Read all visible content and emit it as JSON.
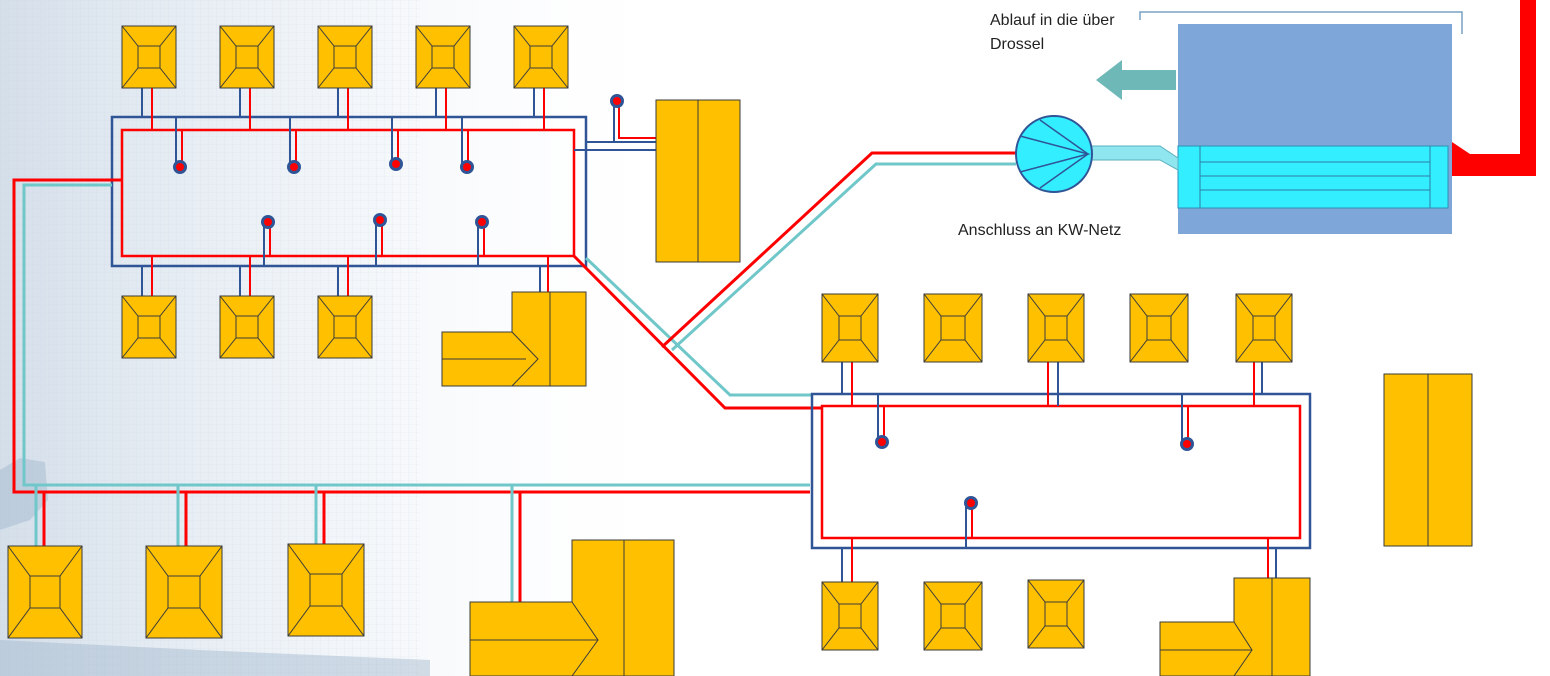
{
  "labels": {
    "outlet_line1": "Ablauf in die über",
    "outlet_line2": "Drossel",
    "connection": "Anschluss an KW-Netz"
  },
  "colors": {
    "house_fill": "#ffc000",
    "house_stroke": "#3b3b3b",
    "pipe_red": "#ff0000",
    "pipe_blue": "#2f5597",
    "pipe_cyan": "#70c7c9",
    "tank_blue": "#7ea6d8",
    "pump_cyan": "#33eeff",
    "arrow_teal": "#6fb8b8"
  }
}
